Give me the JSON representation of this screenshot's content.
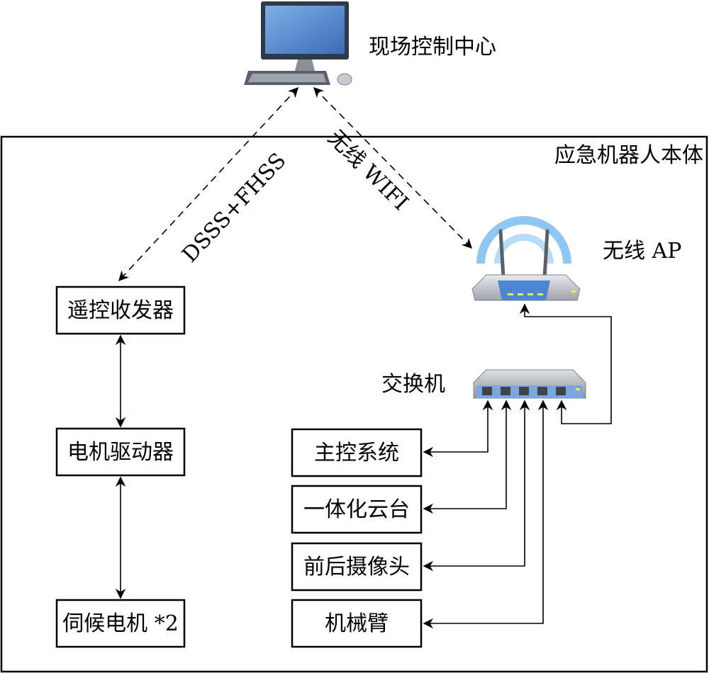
{
  "control_center": {
    "label": "现场控制中心",
    "icon": "computer-icon"
  },
  "robot_body": {
    "label": "应急机器人本体"
  },
  "links": {
    "remote_link": "DSSS+FHSS",
    "wifi_link": "无线 WIFI"
  },
  "wireless_ap": {
    "label": "无线 AP",
    "icon": "wireless-router-icon"
  },
  "switch": {
    "label": "交换机",
    "icon": "network-switch-icon"
  },
  "left_boxes": {
    "remote_transceiver": "遥控收发器",
    "motor_driver": "电机驱动器",
    "servo_motor": "伺候电机 *2"
  },
  "right_boxes": {
    "main_control": "主控系统",
    "integrated_ptz": "一体化云台",
    "front_rear_camera": "前后摄像头",
    "robot_arm": "机械臂"
  },
  "colors": {
    "wifi_wave": "#8ec8f0",
    "monitor_screen": "#4d7fc4",
    "router_body": "#c9ccd3",
    "led": "#e7f03a"
  }
}
